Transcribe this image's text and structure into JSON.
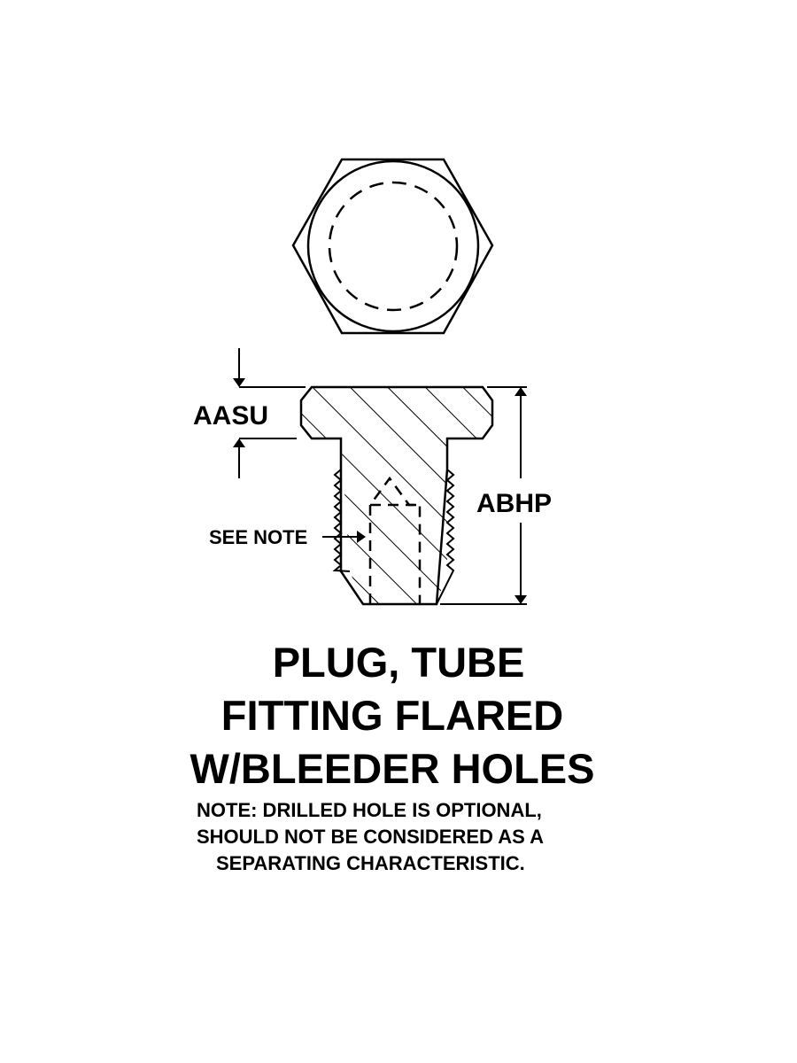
{
  "labels": {
    "aasu": "AASU",
    "abhp": "ABHP",
    "see_note": "SEE NOTE"
  },
  "title": {
    "line1": "PLUG, TUBE",
    "line2": "FITTING FLARED",
    "line3": "W/BLEEDER HOLES"
  },
  "note": {
    "line1": "NOTE: DRILLED HOLE IS OPTIONAL,",
    "line2": "SHOULD NOT BE CONSIDERED AS A",
    "line3": "SEPARATING CHARACTERISTIC."
  },
  "colors": {
    "ink": "#000000",
    "paper": "#ffffff"
  }
}
